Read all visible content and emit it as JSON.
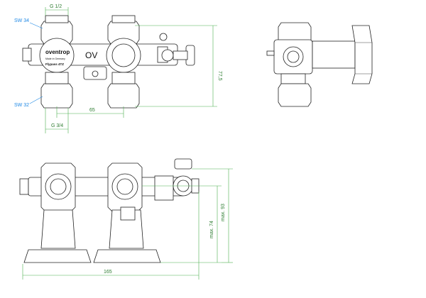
{
  "dimensions": {
    "top_thread": "G 1/2",
    "bottom_thread": "G 3/4",
    "center_distance": "65",
    "height_front": "77,5",
    "overall_width": "165",
    "max_height_74": "max. 74",
    "max_height_93": "max. 93"
  },
  "callouts": {
    "sw34": "SW 34",
    "sw32": "SW 32"
  },
  "body_marking": {
    "brand": "oventrop",
    "made_in": "Made in Germany",
    "model": "Flypass 4TZ",
    "logo": "OV"
  },
  "colors": {
    "dimension": "#4caf50",
    "callout": "#1e88e5",
    "outline": "#222222"
  }
}
